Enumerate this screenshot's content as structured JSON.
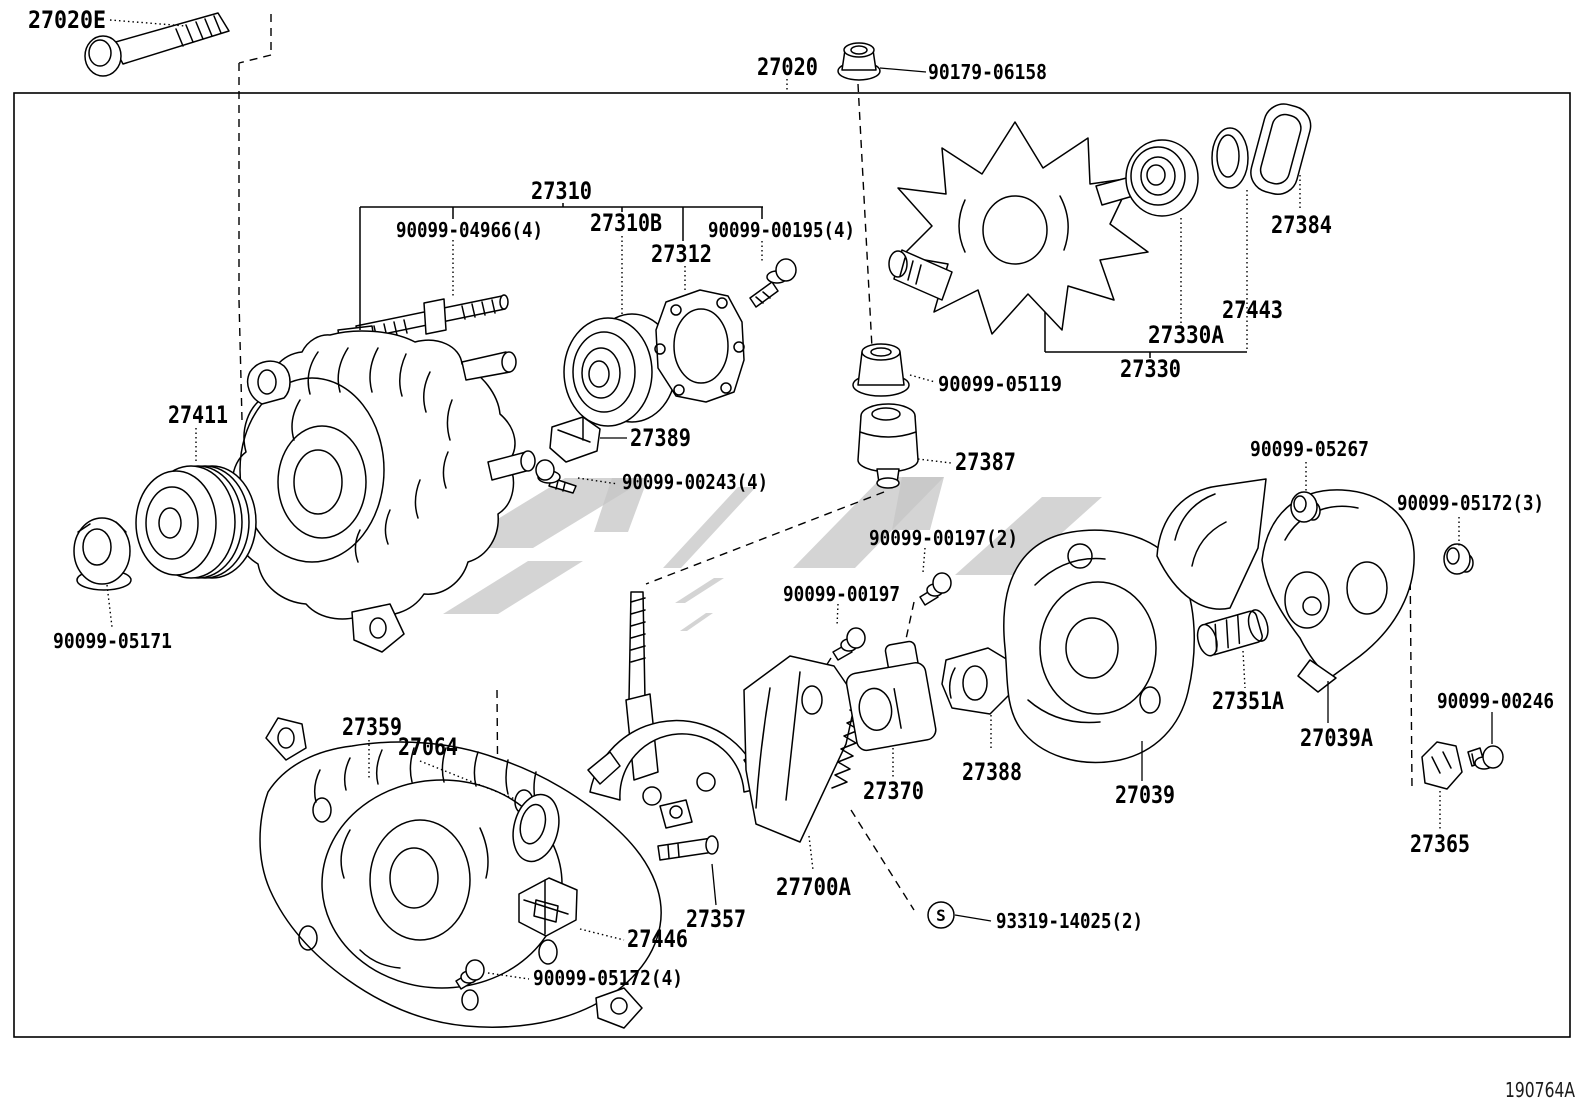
{
  "diagram": {
    "figure_code": "190764A",
    "labels": {
      "p27020e": "27020E",
      "p27020": "27020",
      "p90179_06158": "90179-06158",
      "p27310": "27310",
      "p90099_04966_4": "90099-04966(4)",
      "p27310b": "27310B",
      "p27312": "27312",
      "p90099_00195_4": "90099-00195(4)",
      "p27384": "27384",
      "p27443": "27443",
      "p27330a": "27330A",
      "p27330": "27330",
      "p90099_05119": "90099-05119",
      "p27411": "27411",
      "p27389": "27389",
      "p90099_00243_4": "90099-00243(4)",
      "p27387": "27387",
      "p90099_05267": "90099-05267",
      "p90099_05172_3": "90099-05172(3)",
      "p90099_00197_2": "90099-00197(2)",
      "p90099_00197": "90099-00197",
      "p90099_05171": "90099-05171",
      "p27359": "27359",
      "p27064": "27064",
      "p27351a": "27351A",
      "p27039a": "27039A",
      "p90099_00246": "90099-00246",
      "p27388": "27388",
      "p27370": "27370",
      "p27039": "27039",
      "p27365": "27365",
      "p27700a": "27700A",
      "p27357": "27357",
      "p27446": "27446",
      "p90099_05172_4": "90099-05172(4)",
      "p93319_14025_2": "93319-14025(2)",
      "s_marker": "S"
    }
  }
}
